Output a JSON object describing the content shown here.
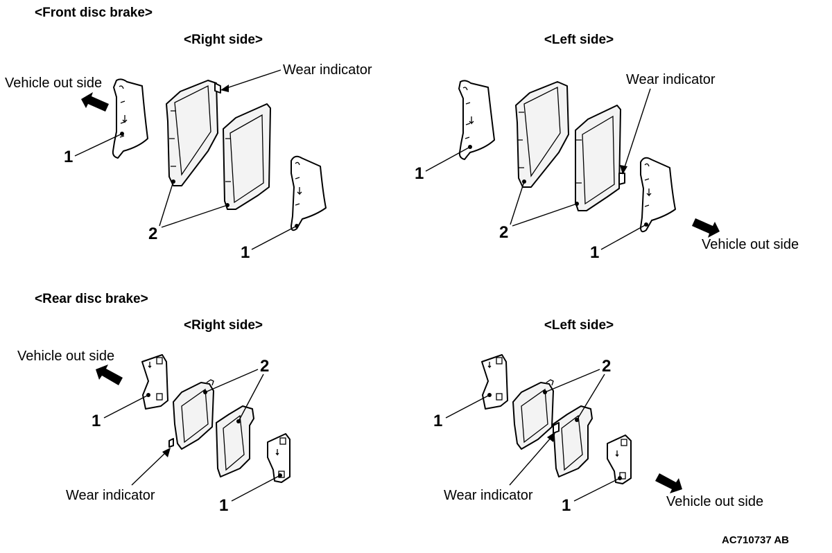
{
  "front": {
    "title": "<Front disc brake>",
    "right": {
      "title": "<Right side>",
      "wear_indicator": "Wear indicator",
      "vehicle_out_side": "Vehicle out side",
      "callout_shim_a": "1",
      "callout_pads": "2",
      "callout_shim_b": "1"
    },
    "left": {
      "title": "<Left side>",
      "wear_indicator": "Wear indicator",
      "vehicle_out_side": "Vehicle out side",
      "callout_shim_a": "1",
      "callout_pads": "2",
      "callout_shim_b": "1"
    }
  },
  "rear": {
    "title": "<Rear disc brake>",
    "right": {
      "title": "<Right side>",
      "wear_indicator": "Wear indicator",
      "vehicle_out_side": "Vehicle out side",
      "callout_shim_a": "1",
      "callout_pads": "2",
      "callout_shim_b": "1"
    },
    "left": {
      "title": "<Left side>",
      "wear_indicator": "Wear indicator",
      "vehicle_out_side": "Vehicle out side",
      "callout_shim_a": "1",
      "callout_pads": "2",
      "callout_shim_b": "1"
    }
  },
  "figure_code": "AC710737 AB",
  "colors": {
    "line": "#000000",
    "background": "#ffffff",
    "pad_fill": "#f3f3f3"
  }
}
